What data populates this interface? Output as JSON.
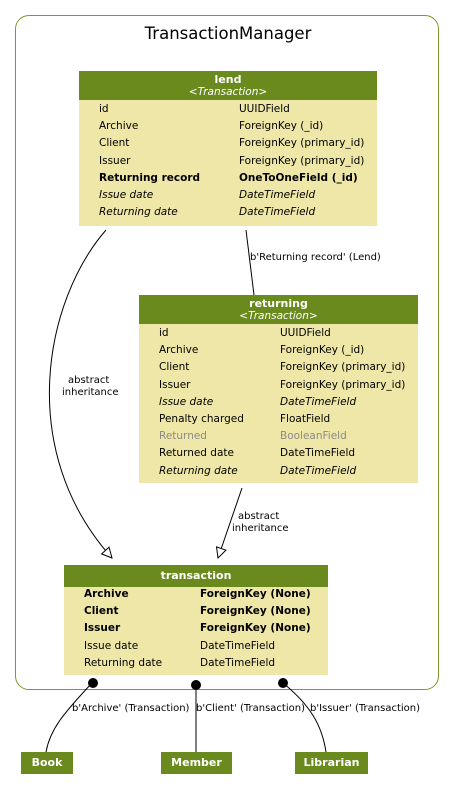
{
  "cluster": {
    "title": "TransactionManager"
  },
  "models": {
    "lend": {
      "name": "lend",
      "base": "<Transaction>",
      "fields": [
        {
          "name": "id",
          "type": "UUIDField",
          "style": "normal"
        },
        {
          "name": "Archive",
          "type": "ForeignKey (_id)",
          "style": "normal"
        },
        {
          "name": "Client",
          "type": "ForeignKey (primary_id)",
          "style": "normal"
        },
        {
          "name": "Issuer",
          "type": "ForeignKey (primary_id)",
          "style": "normal"
        },
        {
          "name": "Returning record",
          "type": "OneToOneField (_id)",
          "style": "bold"
        },
        {
          "name": "Issue date",
          "type": "DateTimeField",
          "style": "italic"
        },
        {
          "name": "Returning date",
          "type": "DateTimeField",
          "style": "italic"
        }
      ]
    },
    "returning": {
      "name": "returning",
      "base": "<Transaction>",
      "fields": [
        {
          "name": "id",
          "type": "UUIDField",
          "style": "normal"
        },
        {
          "name": "Archive",
          "type": "ForeignKey (_id)",
          "style": "normal"
        },
        {
          "name": "Client",
          "type": "ForeignKey (primary_id)",
          "style": "normal"
        },
        {
          "name": "Issuer",
          "type": "ForeignKey (primary_id)",
          "style": "normal"
        },
        {
          "name": "Issue date",
          "type": "DateTimeField",
          "style": "italic"
        },
        {
          "name": "Penalty charged",
          "type": "FloatField",
          "style": "normal"
        },
        {
          "name": "Returned",
          "type": "BooleanField",
          "style": "gray"
        },
        {
          "name": "Returned date",
          "type": "DateTimeField",
          "style": "normal"
        },
        {
          "name": "Returning date",
          "type": "DateTimeField",
          "style": "italic"
        }
      ]
    },
    "transaction": {
      "name": "transaction",
      "fields": [
        {
          "name": "Archive",
          "type": "ForeignKey (None)",
          "style": "bold"
        },
        {
          "name": "Client",
          "type": "ForeignKey (None)",
          "style": "bold"
        },
        {
          "name": "Issuer",
          "type": "ForeignKey (None)",
          "style": "bold"
        },
        {
          "name": "Issue date",
          "type": "DateTimeField",
          "style": "normal"
        },
        {
          "name": "Returning date",
          "type": "DateTimeField",
          "style": "normal"
        }
      ]
    }
  },
  "edges": {
    "lend_returning": "b'Returning record' (Lend)",
    "lend_inherit": [
      "abstract",
      "inheritance"
    ],
    "returning_inherit": [
      "abstract",
      "inheritance"
    ],
    "archive": "b'Archive' (Transaction)",
    "client": "b'Client' (Transaction)",
    "issuer": "b'Issuer' (Transaction)"
  },
  "externals": {
    "book": "Book",
    "member": "Member",
    "librarian": "Librarian"
  },
  "colors": {
    "header": "#6b8a1e",
    "body": "#efe7a8",
    "border": "#7a9a2e"
  }
}
